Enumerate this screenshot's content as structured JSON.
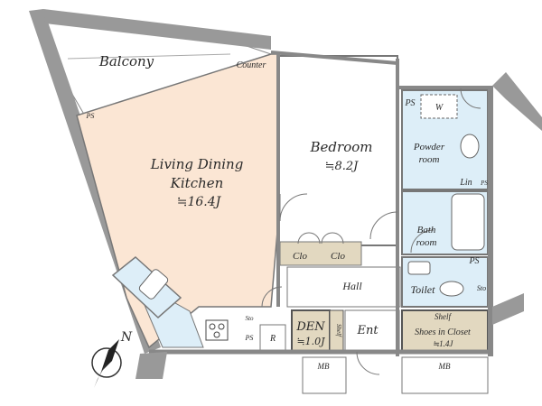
{
  "rooms": {
    "balcony": "Balcony",
    "counter": "Counter",
    "ps": "PS",
    "ldk_line1": "Living Dining",
    "ldk_line2": "Kitchen",
    "ldk_area": "≒16.4J",
    "bedroom": "Bedroom",
    "bedroom_area": "≒8.2J",
    "powder_line1": "Powder",
    "powder_line2": "room",
    "washer": "W",
    "lin": "Lin",
    "bath_line1": "Bath",
    "bath_line2": "room",
    "clo": "Clo",
    "hall": "Hall",
    "toilet": "Toilet",
    "sto": "Sto",
    "den": "DEN",
    "den_area": "≒1.0J",
    "shelf": "Shelf",
    "ent": "Ent",
    "shoes_line1": "Shoes in Closet",
    "shoes_area": "≒1.4J",
    "mb": "MB",
    "r": "R"
  },
  "compass": {
    "north": "N"
  },
  "colors": {
    "wall": "#888888",
    "ldk_floor": "#fbe6d4",
    "wet_floor": "#ddeef8",
    "closet_floor": "#e2d8c0",
    "balcony_floor": "#ffffff"
  }
}
